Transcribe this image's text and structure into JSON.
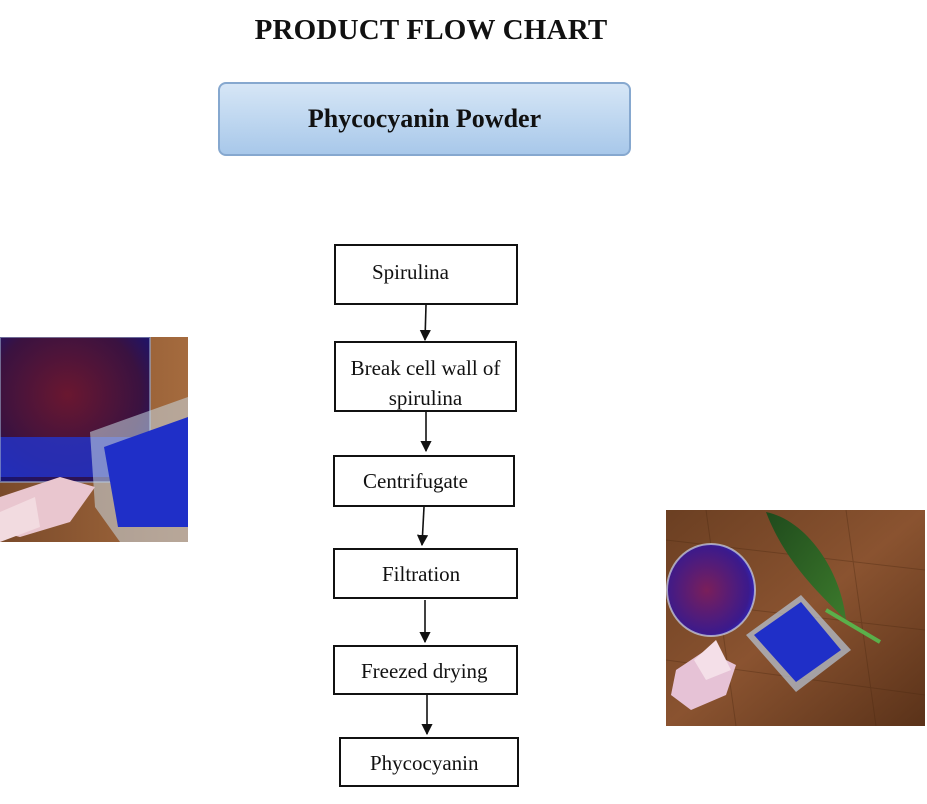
{
  "title": "PRODUCT FLOW CHART",
  "product": "Phycocyanin Powder",
  "steps": [
    "Spirulina",
    "Break cell wall of spirulina",
    "Centrifugate",
    "Filtration",
    "Freezed drying",
    "Phycocyanin"
  ],
  "colors": {
    "banner_top": "#d6e6f6",
    "banner_bottom": "#a8c8ea",
    "banner_border": "#86a8cf",
    "pigment_blue": "#1f2fc8"
  }
}
